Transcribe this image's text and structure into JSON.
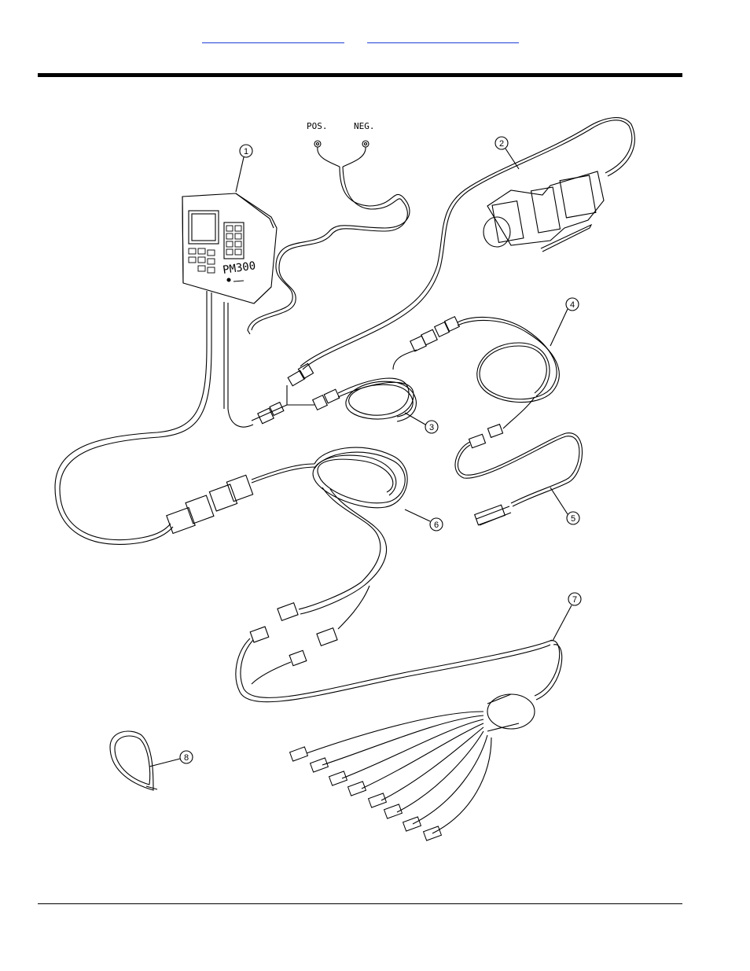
{
  "header": {
    "links": [
      {
        "label": ""
      },
      {
        "label": ""
      }
    ]
  },
  "diagram": {
    "display_text": "PM300",
    "battery_labels": {
      "positive": "POS.",
      "negative": "NEG."
    },
    "callouts": [
      "1",
      "2",
      "3",
      "4",
      "5",
      "6",
      "7",
      "8"
    ]
  },
  "colors": {
    "link": "#1f3fd6",
    "ink": "#000000"
  }
}
